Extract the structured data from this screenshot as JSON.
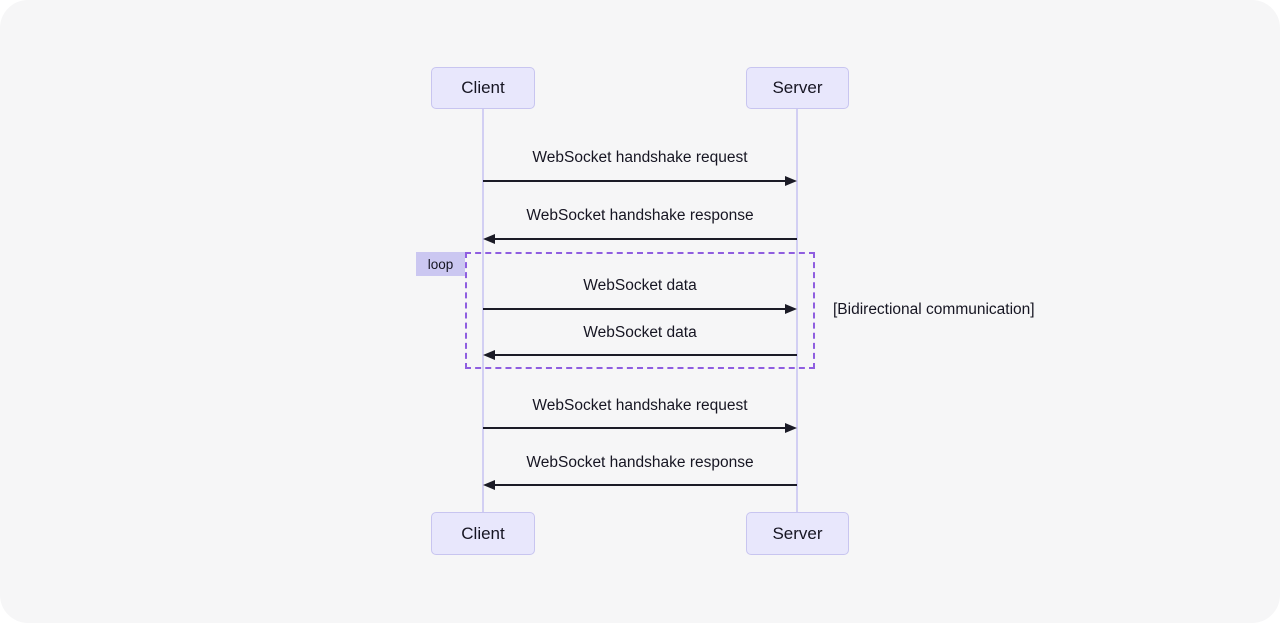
{
  "canvas": {
    "background": "#f6f6f7"
  },
  "actors": [
    {
      "id": "client",
      "label": "Client"
    },
    {
      "id": "server",
      "label": "Server"
    }
  ],
  "messages": [
    {
      "label": "WebSocket handshake request",
      "from": "client",
      "to": "server"
    },
    {
      "label": "WebSocket handshake response",
      "from": "server",
      "to": "client"
    },
    {
      "label": "WebSocket data",
      "from": "client",
      "to": "server"
    },
    {
      "label": "WebSocket data",
      "from": "server",
      "to": "client"
    },
    {
      "label": "WebSocket handshake request",
      "from": "client",
      "to": "server"
    },
    {
      "label": "WebSocket handshake response",
      "from": "server",
      "to": "client"
    }
  ],
  "loop": {
    "label": "loop",
    "annotation": "[Bidirectional communication]"
  },
  "colors": {
    "actor_fill": "#e8e7fc",
    "actor_border": "#c8c5f0",
    "lifeline": "#d2cff3",
    "arrow": "#1b1b26",
    "loop_border": "#8f5ee0",
    "loop_label_fill": "#cbc7f1",
    "text": "#161522"
  }
}
